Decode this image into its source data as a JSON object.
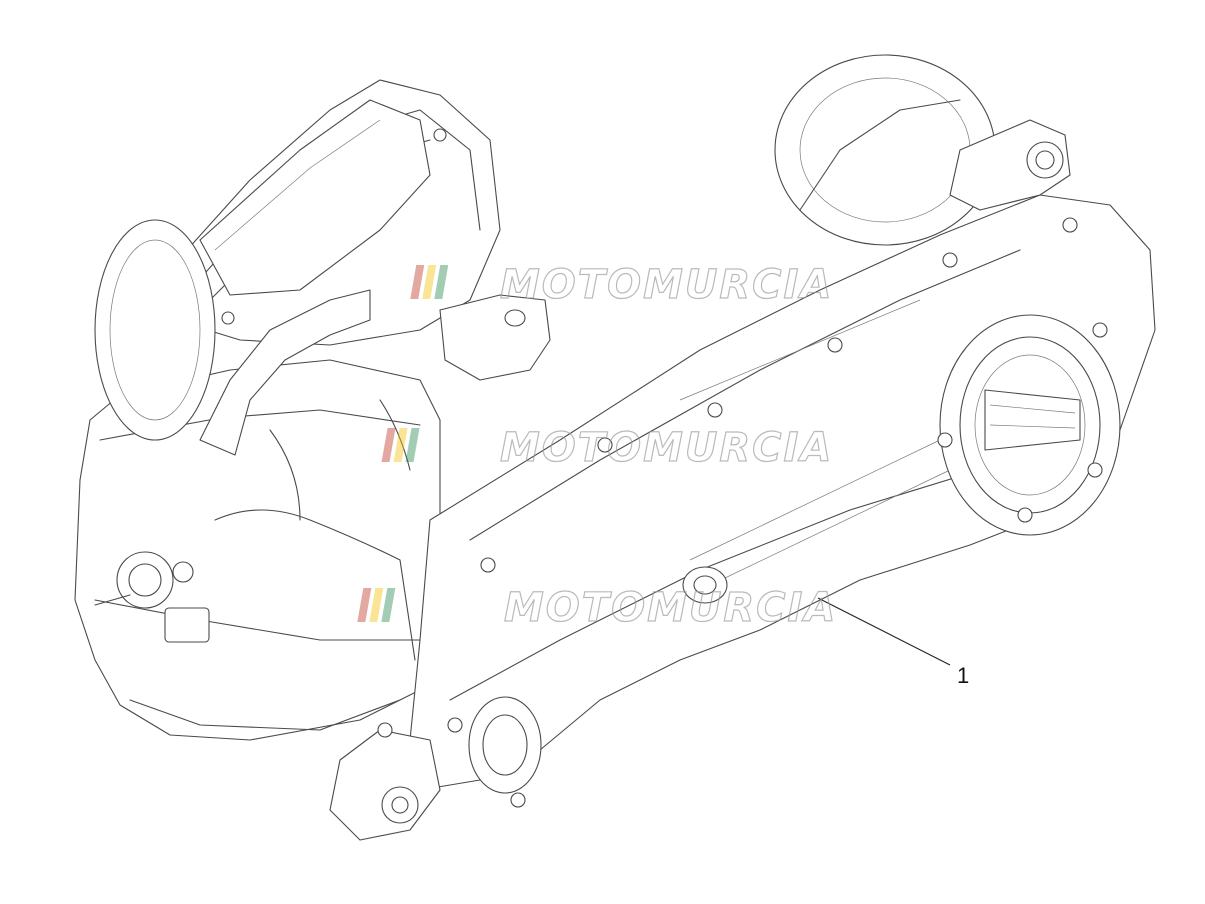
{
  "diagram": {
    "callout": {
      "label": "1"
    },
    "watermark": {
      "text": "MOTOMURCIA",
      "colors": {
        "stripe1": "#c0392b",
        "stripe2": "#f1c40f",
        "stripe3": "#2e8b57",
        "text": "#9a9a9a"
      }
    },
    "icons": [
      "engine-assembly-illustration",
      "brand-logo-watermark"
    ]
  }
}
